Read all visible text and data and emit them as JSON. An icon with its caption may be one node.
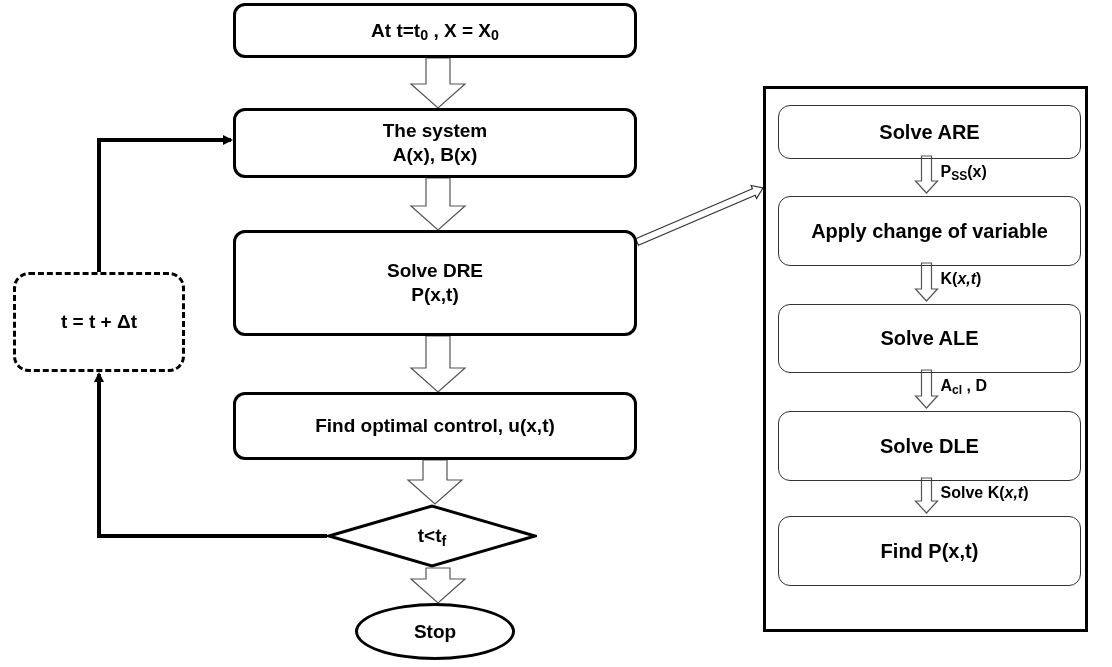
{
  "diagram": {
    "nodes": [
      {
        "text": [
          "At t=t$_{0}$ , X = X$_{0}$"
        ]
      },
      {
        "text": [
          "The system",
          "A(x), B(x)"
        ]
      },
      {
        "text": [
          "Solve DRE",
          "P(x,t)"
        ]
      },
      {
        "text": [
          "Find optimal control, u(x,t)"
        ]
      },
      {
        "text": [
          "t<t$_{f}$"
        ]
      },
      {
        "text": [
          "Stop"
        ]
      },
      {
        "text": [
          "t = t + Δt"
        ]
      },
      {
        "text": [],
        "shape": "box"
      },
      {
        "text": [
          "Solve ARE"
        ],
        "in": 7
      },
      {
        "text": [
          "Apply change of variable"
        ],
        "in": 7
      },
      {
        "text": [
          "Solve ALE"
        ],
        "in": 7
      },
      {
        "text": [
          "Solve DLE"
        ],
        "in": 7
      },
      {
        "text": [
          "Find P(x,t)"
        ],
        "in": 7
      }
    ],
    "edges": [
      {
        "from": 0,
        "to": 1,
        "arrow": "to"
      },
      {
        "from": 1,
        "to": 2,
        "arrow": "to"
      },
      {
        "from": 2,
        "to": 3,
        "arrow": "to"
      },
      {
        "from": 3,
        "to": 4,
        "arrow": "to"
      },
      {
        "from": 4,
        "to": 5,
        "arrow": "to"
      },
      {
        "from": 4,
        "to": 6,
        "arrow": "to"
      },
      {
        "from": 6,
        "to": 1,
        "arrow": "to"
      },
      {
        "from": 2,
        "to": 7,
        "arrow": "to"
      },
      {
        "from": 8,
        "to": 9,
        "arrow": "to",
        "label": "P$_{SS}$(x)"
      },
      {
        "from": 9,
        "to": 10,
        "arrow": "to",
        "label": "K(*x,t*)"
      },
      {
        "from": 10,
        "to": 11,
        "arrow": "to",
        "label": "A$_{cl}$ , D"
      },
      {
        "from": 11,
        "to": 12,
        "arrow": "to",
        "label": "Solve K(*x,t*)"
      }
    ]
  }
}
